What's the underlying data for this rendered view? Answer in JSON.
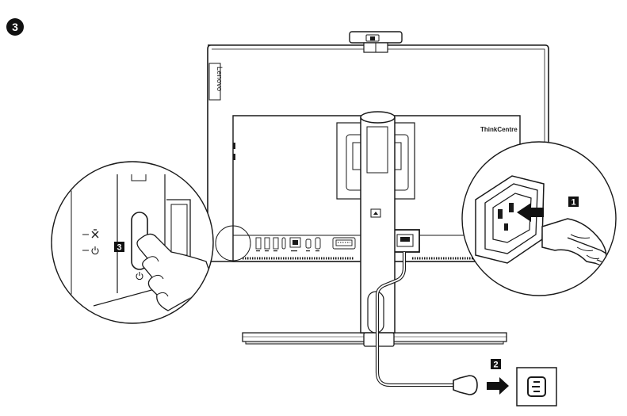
{
  "step": {
    "number": "3"
  },
  "monitor": {
    "brand_vertical": "Lenovo",
    "brand_rear": "ThinkCentre"
  },
  "callouts": [
    {
      "number": "1"
    },
    {
      "number": "2"
    },
    {
      "number": "3"
    }
  ],
  "colors": {
    "line": "#1a1a1a",
    "panel_fill": "#ffffff",
    "stand_fill": "#e0e0e0",
    "badge_fill": "#111111",
    "badge_text": "#ffffff"
  },
  "icons": {
    "wireless_off": "wireless-off-icon",
    "power": "power-icon",
    "outlet": "wall-outlet-icon",
    "arrow": "right-arrow-icon",
    "plug": "power-plug-icon"
  }
}
